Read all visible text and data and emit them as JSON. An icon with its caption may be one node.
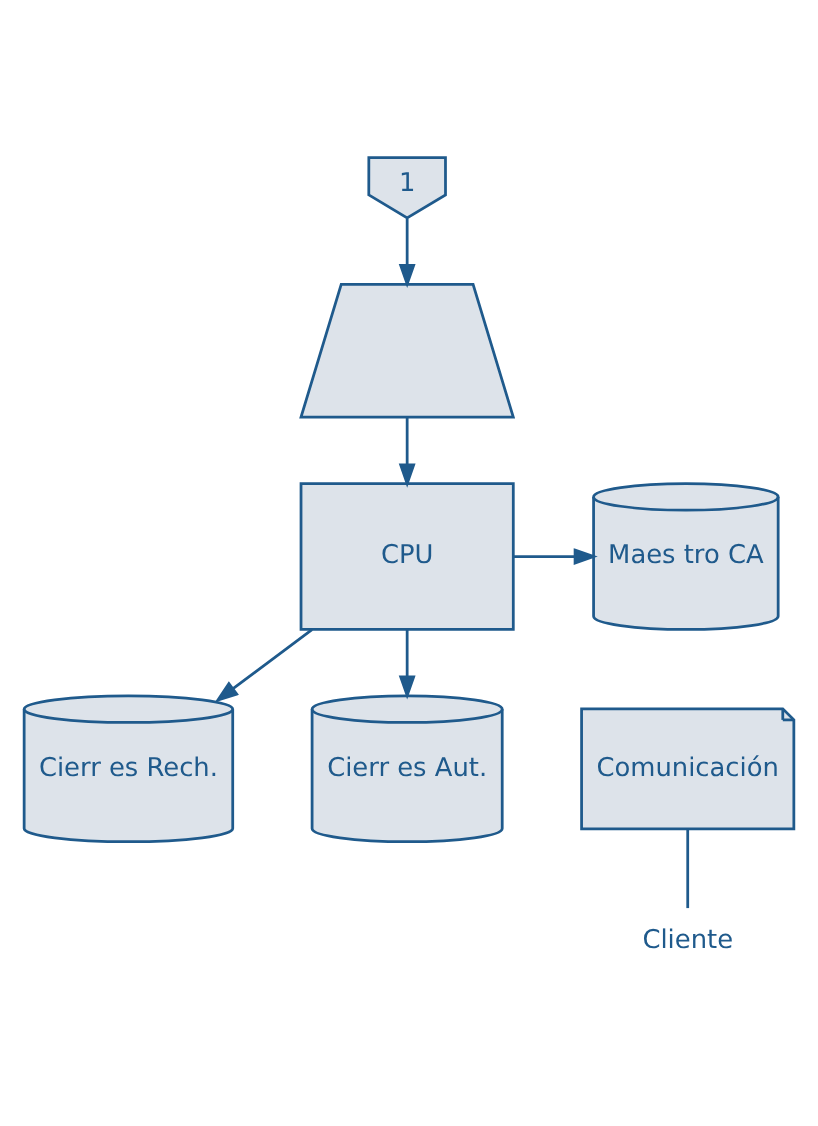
{
  "diagram": {
    "nodes": [
      {
        "text": [
          "1"
        ]
      },
      {
        "text": [],
        "shape": "trapezoid"
      },
      {
        "text": [
          "CPU"
        ]
      },
      {
        "text": [
          "Maes tro CA"
        ]
      },
      {
        "text": [
          "Cierr es Rech."
        ]
      },
      {
        "text": [
          "Cierr es Aut."
        ]
      },
      {
        "text": [
          "Comunicación"
        ]
      },
      {
        "text": [
          "Cliente"
        ]
      }
    ],
    "edges": [
      {
        "from": 0,
        "to": 1,
        "arrow": "to"
      },
      {
        "from": 1,
        "to": 2,
        "arrow": "to"
      },
      {
        "from": 2,
        "to": 3,
        "arrow": "to"
      },
      {
        "from": 2,
        "to": 4,
        "arrow": "to"
      },
      {
        "from": 2,
        "to": 5,
        "arrow": "to"
      },
      {
        "from": 6,
        "to": 7,
        "arrow": "none"
      }
    ]
  }
}
